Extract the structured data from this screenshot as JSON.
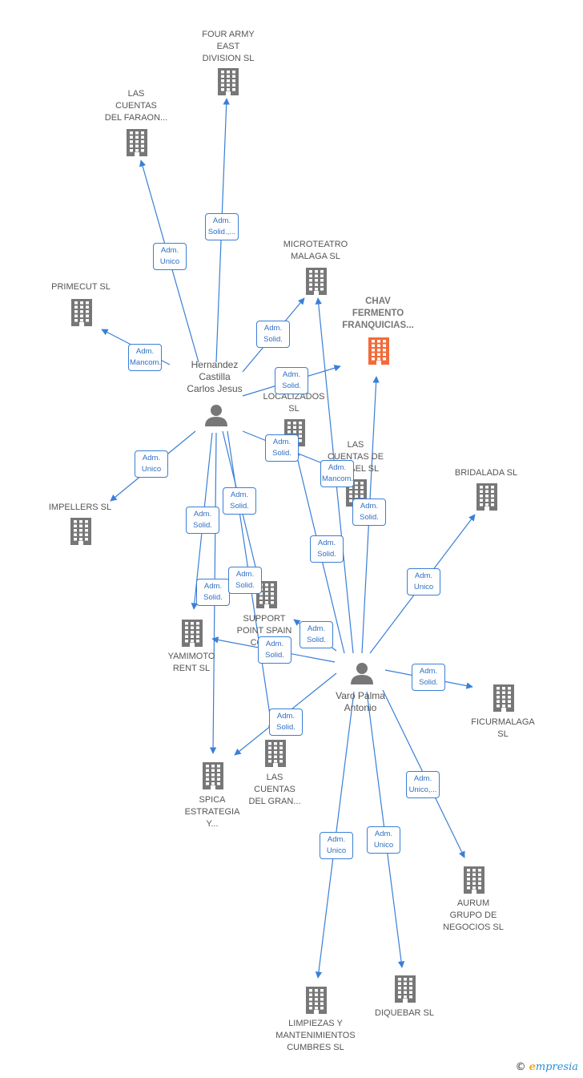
{
  "companies": [
    {
      "id": "four_army",
      "label": "FOUR ARMY\nEAST\nDIVISION  SL",
      "highlight": false
    },
    {
      "id": "las_cuentas_faraon",
      "label": "LAS\nCUENTAS\nDEL FARAON...",
      "highlight": false
    },
    {
      "id": "primecut",
      "label": "PRIMECUT  SL",
      "highlight": false
    },
    {
      "id": "microteatro",
      "label": "MICROTEATRO\nMALAGA  SL",
      "highlight": false
    },
    {
      "id": "chav",
      "label": "CHAV\nFERMENTO\nFRANQUICIAS...",
      "highlight": true
    },
    {
      "id": "localizados",
      "label": "LOCALIZADOS\nSL",
      "highlight": false
    },
    {
      "id": "las_cuentas_rafael",
      "label": "LAS\nCUENTAS DE\nRAFAEL  SL",
      "highlight": false
    },
    {
      "id": "bridalada",
      "label": "BRIDALADA  SL",
      "highlight": false
    },
    {
      "id": "impellers",
      "label": "IMPELLERS SL",
      "highlight": false
    },
    {
      "id": "support_point",
      "label": "SUPPORT\nPOINT SPAIN\nCOM...",
      "highlight": false
    },
    {
      "id": "yamimoto",
      "label": "YAMIMOTO\nRENT  SL",
      "highlight": false
    },
    {
      "id": "ficurmalaga",
      "label": "FICURMALAGA\nSL",
      "highlight": false
    },
    {
      "id": "las_cuentas_gran",
      "label": "LAS\nCUENTAS\nDEL GRAN...",
      "highlight": false
    },
    {
      "id": "spica",
      "label": "SPICA\nESTRATEGIA\nY...",
      "highlight": false
    },
    {
      "id": "aurum",
      "label": "AURUM\nGRUPO DE\nNEGOCIOS SL",
      "highlight": false
    },
    {
      "id": "limpiezas",
      "label": "LIMPIEZAS Y\nMANTENIMIENTOS\nCUMBRES  SL",
      "highlight": false
    },
    {
      "id": "diquebar",
      "label": "DIQUEBAR  SL",
      "highlight": false
    }
  ],
  "people": [
    {
      "id": "hernandez",
      "label": "Hernandez\nCastilla\nCarlos Jesus"
    },
    {
      "id": "varo",
      "label": "Varo Palma\nAntonio"
    }
  ],
  "relations": [
    {
      "from": "hernandez",
      "to": "four_army",
      "role": "Adm.\nSolid.,..."
    },
    {
      "from": "hernandez",
      "to": "las_cuentas_faraon",
      "role": "Adm.\nUnico"
    },
    {
      "from": "hernandez",
      "to": "primecut",
      "role": "Adm.\nMancom."
    },
    {
      "from": "hernandez",
      "to": "microteatro",
      "role": "Adm.\nSolid."
    },
    {
      "from": "hernandez",
      "to": "chav",
      "role": "Adm.\nSolid."
    },
    {
      "from": "hernandez",
      "to": "impellers",
      "role": "Adm.\nUnico"
    },
    {
      "from": "hernandez",
      "to": "las_cuentas_rafael",
      "role": "Adm.\nSolid."
    },
    {
      "from": "hernandez",
      "to": "yamimoto",
      "role": "Adm.\nSolid."
    },
    {
      "from": "hernandez",
      "to": "support_point",
      "role": "Adm.\nSolid."
    },
    {
      "from": "hernandez",
      "to": "spica",
      "role": "Adm.\nSolid."
    },
    {
      "from": "hernandez",
      "to": "las_cuentas_gran",
      "role": "Adm.\nSolid."
    },
    {
      "from": "varo",
      "to": "microteatro",
      "role": "Adm.\nSolid."
    },
    {
      "from": "varo",
      "to": "chav",
      "role": "Adm.\nSolid."
    },
    {
      "from": "varo",
      "to": "localizados",
      "role": "Adm.\nMancom."
    },
    {
      "from": "varo",
      "to": "bridalada",
      "role": "Adm.\nUnico"
    },
    {
      "from": "varo",
      "to": "support_point",
      "role": "Adm.\nSolid."
    },
    {
      "from": "varo",
      "to": "yamimoto",
      "role": "Adm.\nSolid."
    },
    {
      "from": "varo",
      "to": "ficurmalaga",
      "role": "Adm.\nSolid."
    },
    {
      "from": "varo",
      "to": "spica",
      "role": "Adm.\nSolid."
    },
    {
      "from": "varo",
      "to": "aurum",
      "role": "Adm.\nUnico,..."
    },
    {
      "from": "varo",
      "to": "limpiezas",
      "role": "Adm.\nUnico"
    },
    {
      "from": "varo",
      "to": "diquebar",
      "role": "Adm.\nUnico"
    }
  ],
  "colors": {
    "edge": "#3a7fd6",
    "building": "#777777",
    "highlight": "#f26b3a",
    "person": "#777777"
  },
  "icons": {
    "company": "building-icon",
    "person": "person-icon"
  },
  "watermark": {
    "copyright": "©",
    "brand": "mpresia",
    "brand_initial": "e"
  }
}
